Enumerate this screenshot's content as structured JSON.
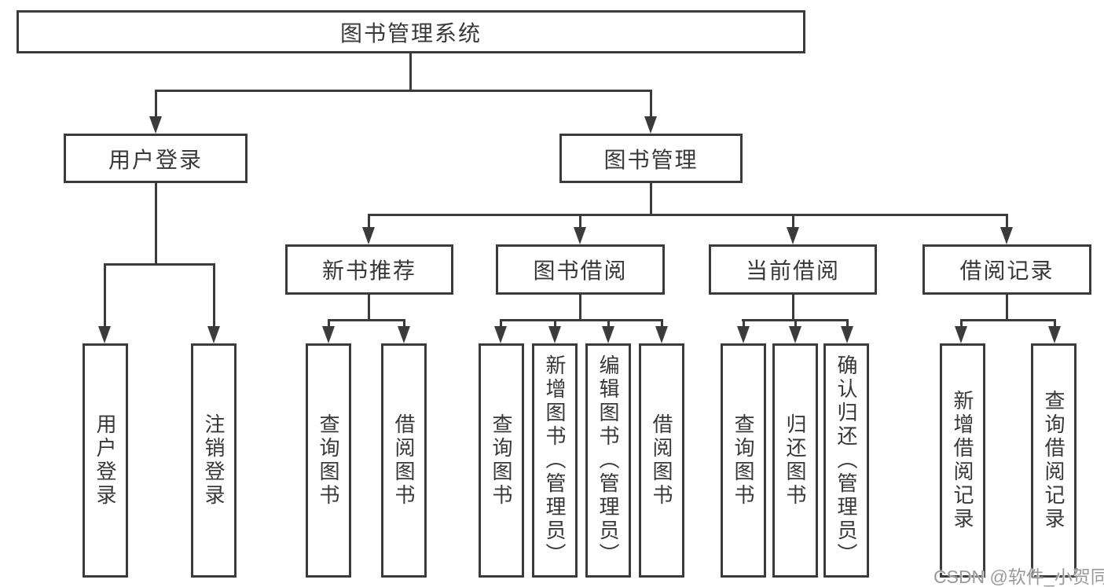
{
  "diagram": {
    "title": "图书管理系统",
    "root": {
      "label": "图书管理系统"
    },
    "level2": [
      {
        "label": "用户登录"
      },
      {
        "label": "图书管理"
      }
    ],
    "level3": [
      {
        "label": "新书推荐"
      },
      {
        "label": "图书借阅"
      },
      {
        "label": "当前借阅"
      },
      {
        "label": "借阅记录"
      }
    ],
    "leaves": [
      {
        "label": "用户登录"
      },
      {
        "label": "注销登录"
      },
      {
        "label": "查询图书"
      },
      {
        "label": "借阅图书"
      },
      {
        "label": "查询图书"
      },
      {
        "label": "新增图书（管理员）"
      },
      {
        "label": "编辑图书（管理员）"
      },
      {
        "label": "借阅图书"
      },
      {
        "label": "查询图书"
      },
      {
        "label": "归还图书"
      },
      {
        "label": "确认归还（管理员）"
      },
      {
        "label": "新增借阅记录"
      },
      {
        "label": "查询借阅记录"
      }
    ]
  },
  "watermark": {
    "text": "CSDN @软件_小贺同学"
  },
  "colors": {
    "line": "#3b3b3b",
    "text": "#383838",
    "watermark": "#9a9a9a",
    "background": "#ffffff"
  }
}
